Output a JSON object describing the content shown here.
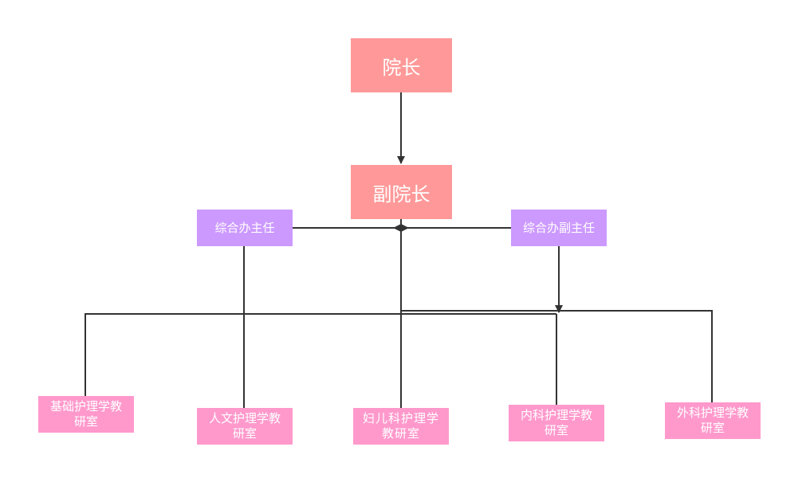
{
  "nodes": {
    "dean": "院长",
    "vice_dean": "副院长",
    "office_director": "综合办主任",
    "office_deputy_director": "综合办副主任",
    "dept_basic": "基础护理学教研室",
    "dept_humanities": "人文护理学教研室",
    "dept_women_children": "妇儿科护理学 教研室",
    "dept_internal": "内科护理学教研室",
    "dept_surgical": "外科护理学教研室"
  },
  "colors": {
    "leader_fill": "#ff9999",
    "office_fill": "#cc99ff",
    "department_fill": "#ff99cc",
    "connector": "#333333",
    "text": "#ffffff"
  }
}
